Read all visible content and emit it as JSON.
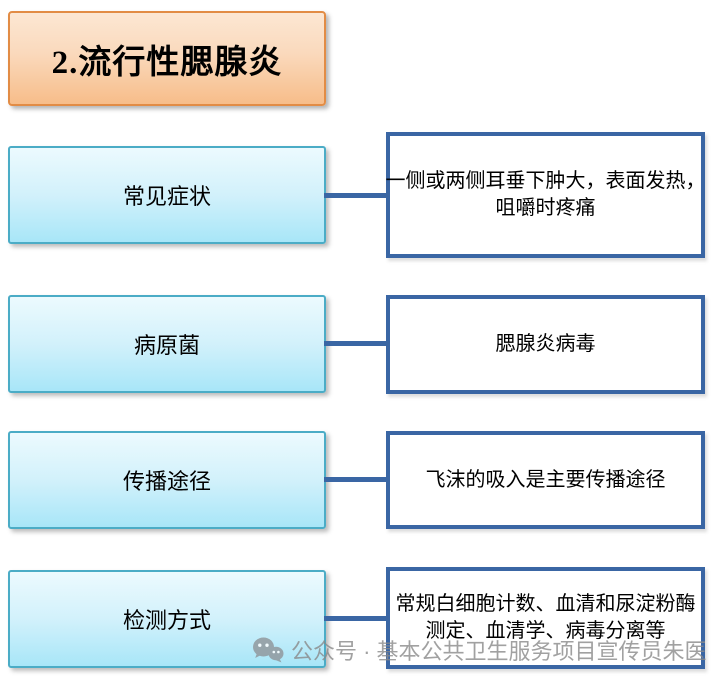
{
  "title": "2.流行性腮腺炎",
  "rows": [
    {
      "label": "常见症状",
      "detail_lines": [
        "一侧或两侧耳垂下肿大，表面发热，",
        "咀嚼时疼痛"
      ]
    },
    {
      "label": "病原菌",
      "detail_lines": [
        "腮腺炎病毒"
      ]
    },
    {
      "label": "传播途径",
      "detail_lines": [
        "飞沫的吸入是主要传播途径"
      ]
    },
    {
      "label": "检测方式",
      "detail_lines": [
        "常规白细胞计数、血清和尿淀粉酶",
        "测定、血清学、病毒分离等"
      ]
    }
  ],
  "watermark": {
    "icon": "wechat-icon",
    "text": "公众号 · 基本公共卫生服务项目宣传员朱医"
  },
  "colors": {
    "title_border": "#E28C45",
    "title_fill_top": "#FCE7D3",
    "title_fill_bottom": "#F7BD8A",
    "topic_border": "#4BACC6",
    "topic_fill_top": "#ECFAFE",
    "topic_fill_bottom": "#A8E6F8",
    "detail_border": "#3A66A4",
    "connector": "#3A66A4",
    "watermark_gray": "#8A8A8A"
  }
}
